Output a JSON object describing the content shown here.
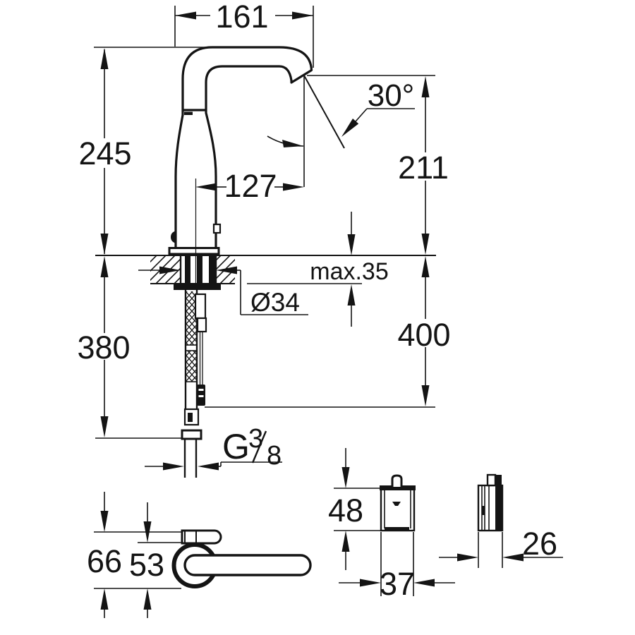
{
  "title": "Faucet technical dimension drawing",
  "drawing": {
    "line_color": "#141414",
    "background": "#ffffff",
    "views": {
      "main": "faucet side elevation with mounting deck and supply hoses",
      "handle": "lever handle side view",
      "box_front": "control box front view",
      "box_side": "control box side view"
    },
    "dimensions": {
      "spout_reach": "161",
      "spout_angle": "30°",
      "total_height": "245",
      "outlet_height": "211",
      "outlet_projection": "127",
      "deck_thickness": "max.35",
      "hole_diameter": "Ø34",
      "below_deck_cable_length": "400",
      "below_deck_hose_length": "380",
      "thread": {
        "letter": "G",
        "numerator": "3",
        "denominator": "8"
      },
      "handle_height": "66",
      "rosette_diameter": "53",
      "control_box_height": "48",
      "control_box_width": "37",
      "control_box_depth": "26"
    }
  }
}
